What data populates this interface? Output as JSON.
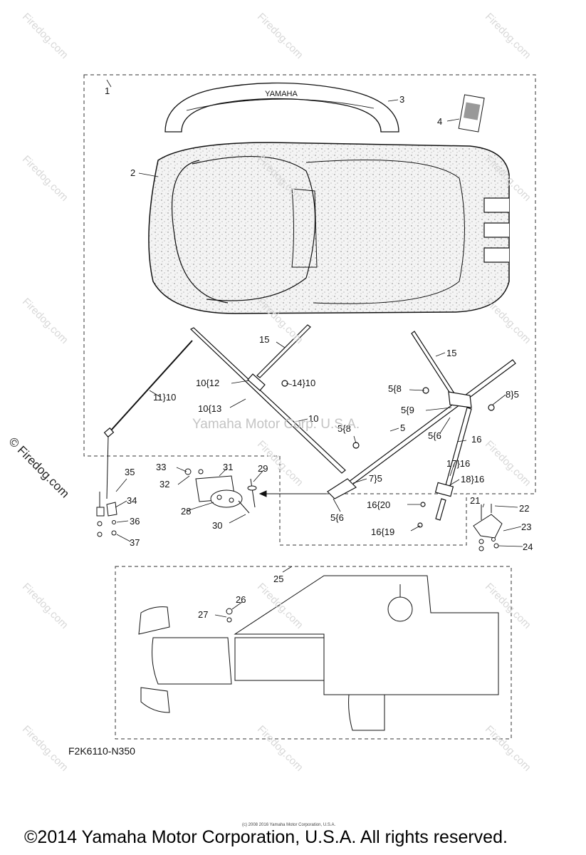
{
  "watermark": {
    "site": "Firedog.com",
    "main": "© Firedog.com",
    "overlay": "Yamaha Motor Corp. U.S.A."
  },
  "figure_code": "F2K6110-N350",
  "copyright_small": "(c) 2008 2016 Yamaha Motor Corporation, U.S.A.",
  "copyright": "©2014 Yamaha Motor Corporation, U.S.A. All rights reserved.",
  "brand": "YAMAHA",
  "callouts": {
    "c1": "1",
    "c2": "2",
    "c3": "3",
    "c4": "4",
    "c15a": "15",
    "c15b": "15",
    "c10_12": "10{12",
    "c14_10": "14}10",
    "c10_13": "10{13",
    "c11_10": "11}10",
    "c10": "10",
    "c5_8a": "5{8",
    "c8_5": "8}5",
    "c5_9": "5{9",
    "c5_6a": "5{6",
    "c16": "16",
    "c5_8b": "5{8",
    "c5": "5",
    "c17_16": "17}16",
    "c18_16": "18}16",
    "c7_5": "7}5",
    "c5_6b": "5{6",
    "c16_20": "16{20",
    "c16_19": "16{19",
    "c33": "33",
    "c31": "31",
    "c29": "29",
    "c32": "32",
    "c28": "28",
    "c30": "30",
    "c35": "35",
    "c34": "34",
    "c36": "36",
    "c37": "37",
    "c21": "21",
    "c22": "22",
    "c23": "23",
    "c24": "24",
    "c25": "25",
    "c26": "26",
    "c27": "27"
  }
}
